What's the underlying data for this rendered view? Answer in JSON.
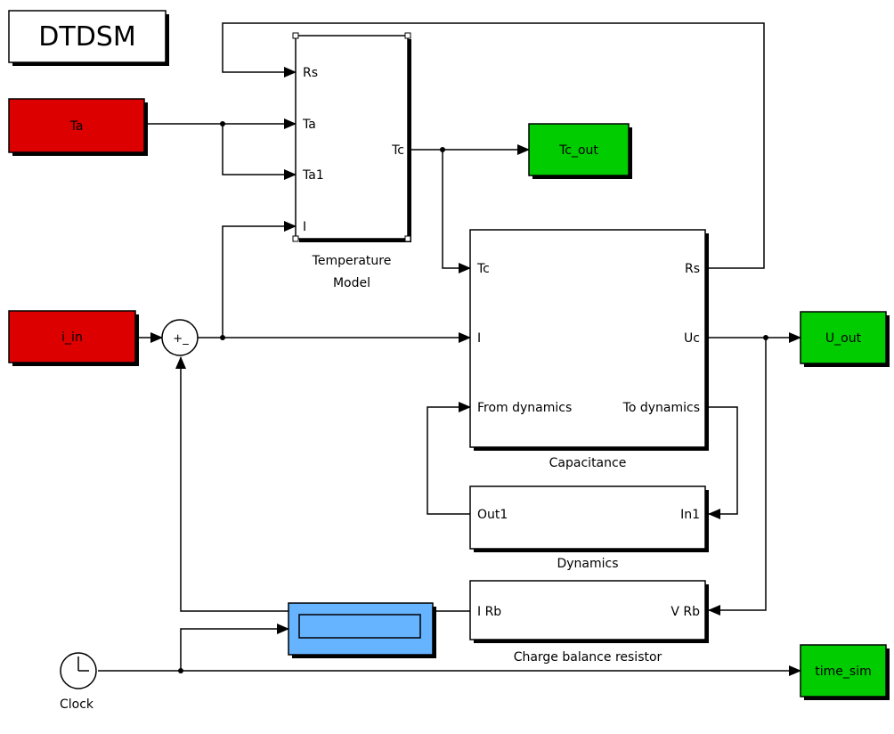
{
  "title": "DTDSM",
  "blocks": {
    "Ta": "Ta",
    "i_in": "i_in",
    "Tc_out": "Tc_out",
    "U_out": "U_out",
    "time_sim": "time_sim",
    "clock": "Clock",
    "sum": "+_"
  },
  "temperature_model": {
    "caption_line1": "Temperature",
    "caption_line2": "Model",
    "inputs": [
      "Rs",
      "Ta",
      "Ta1",
      "I"
    ],
    "output": "Tc"
  },
  "capacitance": {
    "caption": "Capacitance",
    "inputs": [
      "Tc",
      "I",
      "From dynamics"
    ],
    "outputs": [
      "Rs",
      "Uc",
      "To dynamics"
    ]
  },
  "dynamics": {
    "caption": "Dynamics",
    "input": "In1",
    "output": "Out1"
  },
  "charge_balance": {
    "caption": "Charge balance resistor",
    "input": "V Rb",
    "output": "I Rb"
  },
  "colors": {
    "source": "#dd0000",
    "sink": "#00cc00",
    "display": "#66b3ff"
  }
}
